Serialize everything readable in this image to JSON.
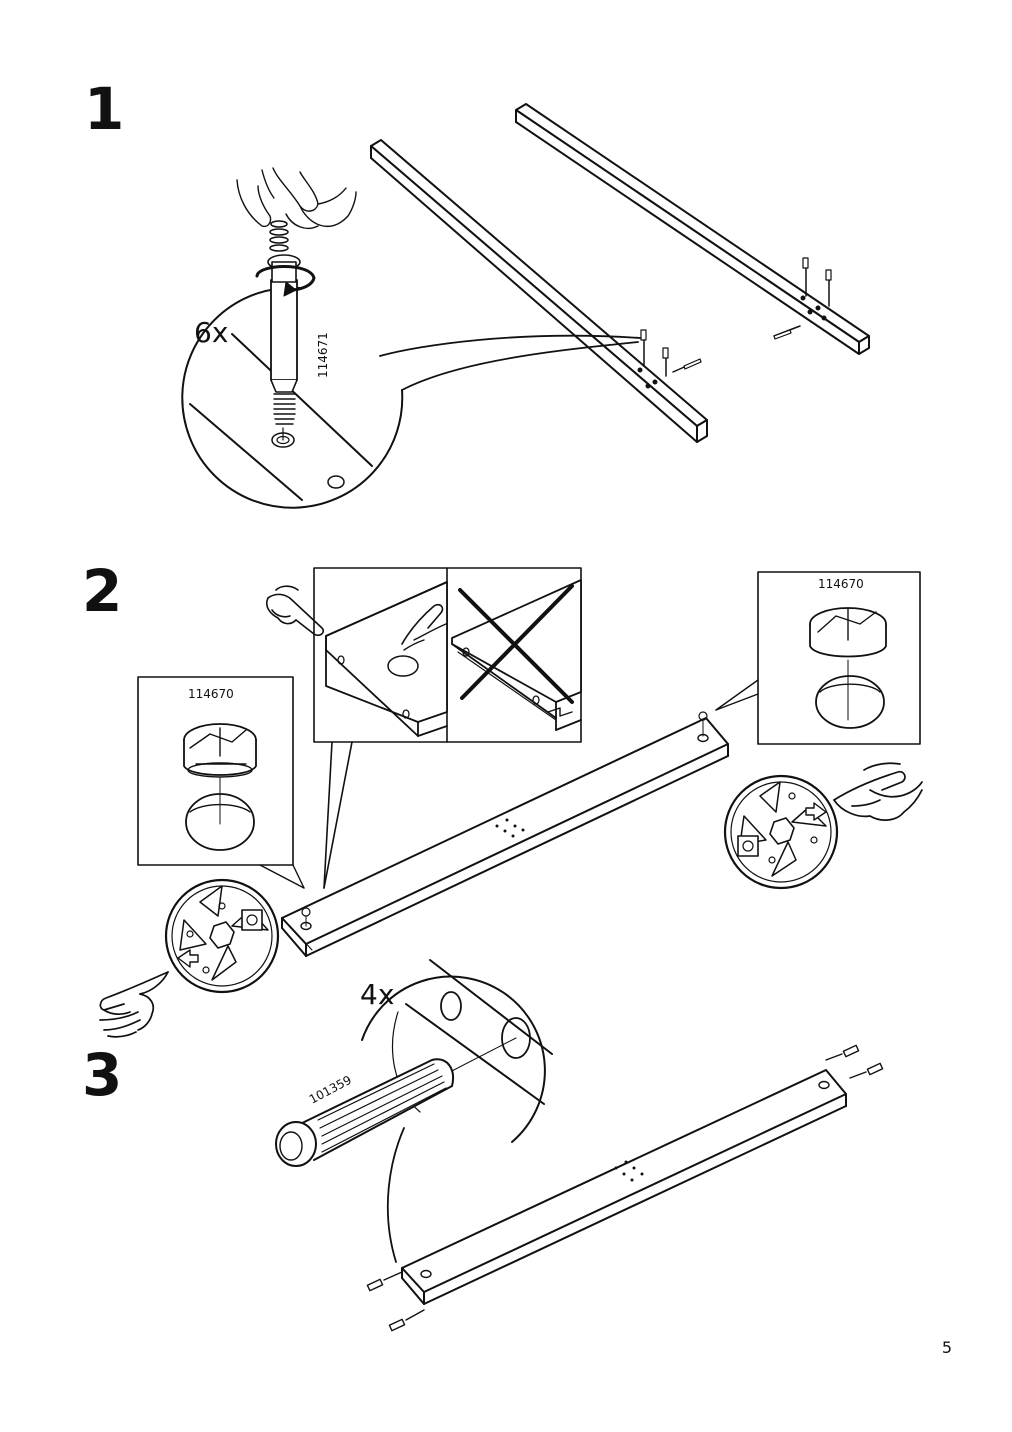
{
  "steps": [
    {
      "number": "1",
      "quantity": "6x",
      "part_number": "114671"
    },
    {
      "number": "2",
      "part_number_left": "114670",
      "part_number_right": "114670"
    },
    {
      "number": "3",
      "quantity": "4x",
      "part_number": "101359"
    }
  ],
  "icons": [
    "pointing-hand-icon",
    "cross-out-icon",
    "cam-lock-icon",
    "rotate-arrow-icon",
    "wooden-dowel-icon"
  ],
  "page_number": "5"
}
